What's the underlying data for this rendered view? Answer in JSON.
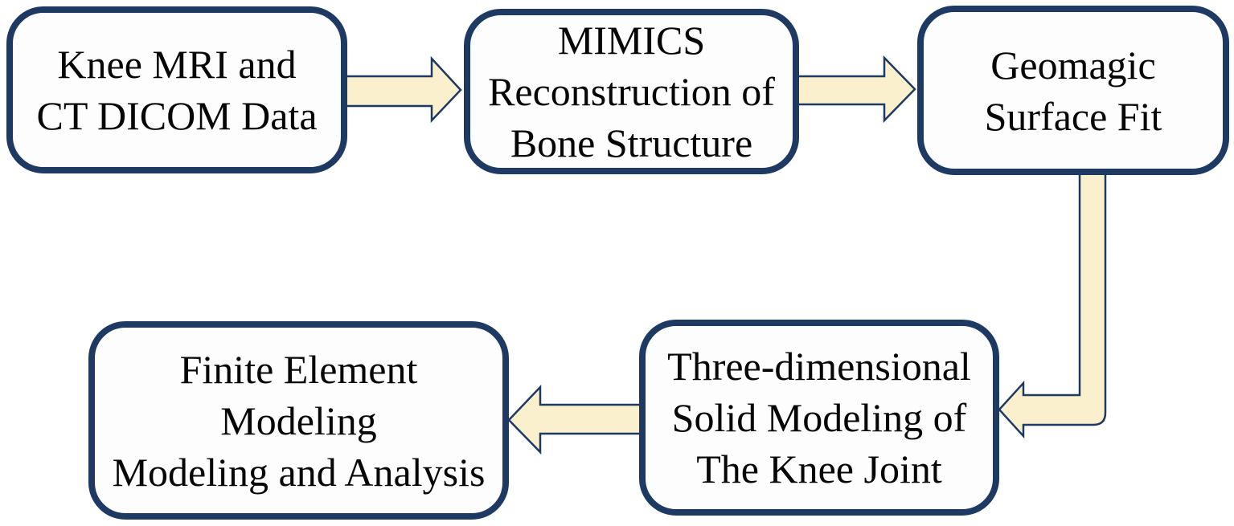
{
  "diagram": {
    "type": "flowchart",
    "boxes": [
      {
        "id": "knee-mri-ct-dicom-data",
        "lines": [
          "Knee MRI and",
          "CT DICOM Data"
        ]
      },
      {
        "id": "mimics-reconstruction",
        "lines": [
          "MIMICS",
          "Reconstruction of",
          "Bone Structure"
        ]
      },
      {
        "id": "geomagic-surface-fit",
        "lines": [
          "Geomagic",
          "Surface Fit"
        ]
      },
      {
        "id": "three-dimensional-solid-modeling",
        "lines": [
          "Three-dimensional",
          "Solid Modeling of",
          "The Knee Joint"
        ]
      },
      {
        "id": "finite-element-modeling",
        "lines": [
          "Finite Element",
          "Modeling",
          "Modeling and Analysis"
        ]
      }
    ],
    "connections": [
      {
        "from": "Knee MRI and CT DICOM Data",
        "to": "MIMICS Reconstruction of Bone Structure",
        "direction": "right"
      },
      {
        "from": "MIMICS Reconstruction of Bone Structure",
        "to": "Geomagic Surface Fit",
        "direction": "right"
      },
      {
        "from": "Geomagic Surface Fit",
        "to": "Three-dimensional Solid Modeling of The Knee Joint",
        "direction": "down-then-left"
      },
      {
        "from": "Three-dimensional Solid Modeling of The Knee Joint",
        "to": "Finite Element Modeling Modeling and Analysis",
        "direction": "left"
      }
    ]
  },
  "colors": {
    "box_border": "#1e3a63",
    "box_fill": "#fdfdfd",
    "arrow_fill": "#faf0cd",
    "arrow_stroke": "#1e3a63",
    "text": "#060606",
    "background": "#ffffff"
  }
}
